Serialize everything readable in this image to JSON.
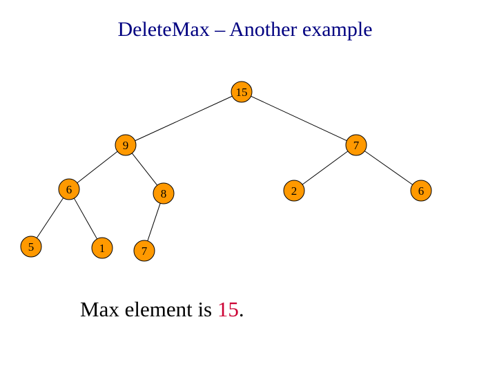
{
  "slide": {
    "title": "DeleteMax – Another example"
  },
  "heap": {
    "node_color": "#FF9900",
    "nodes": [
      {
        "id": "n15",
        "label": "15"
      },
      {
        "id": "n9",
        "label": "9"
      },
      {
        "id": "n7a",
        "label": "7"
      },
      {
        "id": "n6a",
        "label": "6"
      },
      {
        "id": "n8",
        "label": "8"
      },
      {
        "id": "n2",
        "label": "2"
      },
      {
        "id": "n6b",
        "label": "6"
      },
      {
        "id": "n5",
        "label": "5"
      },
      {
        "id": "n1",
        "label": "1"
      },
      {
        "id": "n7b",
        "label": "7"
      }
    ],
    "edges": [
      [
        "n15",
        "n9"
      ],
      [
        "n15",
        "n7a"
      ],
      [
        "n9",
        "n6a"
      ],
      [
        "n9",
        "n8"
      ],
      [
        "n7a",
        "n2"
      ],
      [
        "n7a",
        "n6b"
      ],
      [
        "n6a",
        "n5"
      ],
      [
        "n6a",
        "n1"
      ],
      [
        "n8",
        "n7b"
      ]
    ]
  },
  "caption": {
    "prefix": "Max element is ",
    "max_value": "15",
    "suffix": ".",
    "max_color": "#CC0033"
  }
}
